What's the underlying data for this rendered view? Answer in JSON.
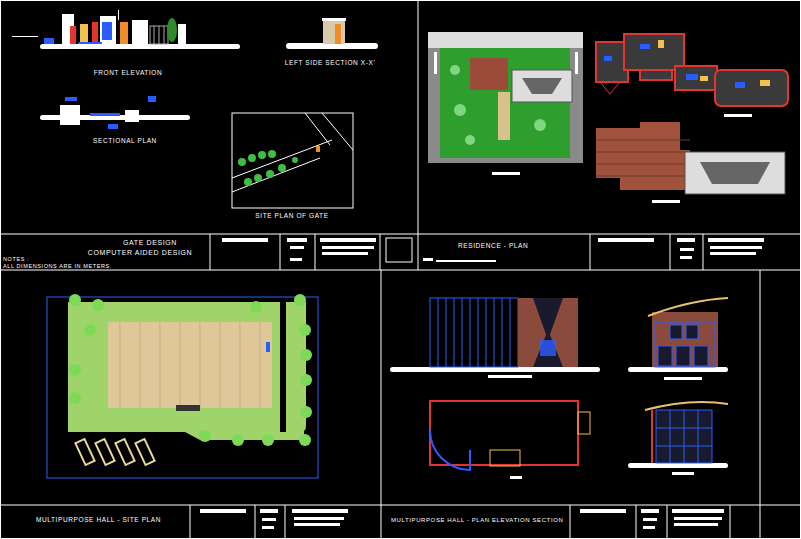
{
  "diagram": {
    "nodes": [
      {
        "text": [
          "GATE DESIGN",
          "COMPUTER AIDED DESIGN",
          "NOTES :",
          "ALL DIMENSIONS ARE IN METERS."
        ]
      },
      {
        "text": [
          "RESIDENCE - PLAN"
        ]
      },
      {
        "text": [
          "MULTIPURPOSE HALL - SITE PLAN"
        ]
      },
      {
        "text": [
          "MULTIPURPOSE HALL - PLAN ELEVATION SECTION"
        ]
      }
    ],
    "labels": [
      "FRONT ELEVATION",
      "LEFT SIDE SECTION X-X'",
      "SECTIONAL PLAN",
      "SITE PLAN OF GATE"
    ]
  }
}
